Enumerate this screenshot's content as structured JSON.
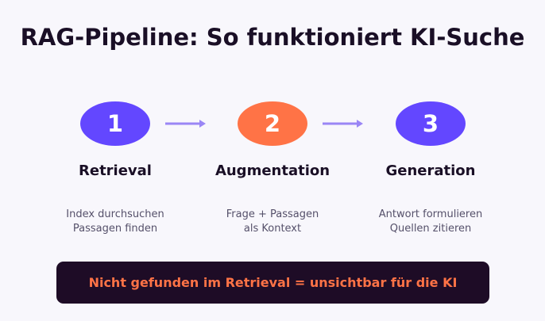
{
  "title": "RAG-Pipeline: So funktioniert KI-Suche",
  "colors": {
    "purple": "#6347ff",
    "orange": "#ff7346",
    "arrow": "#9a86f5",
    "dark": "#1e0c26"
  },
  "steps": [
    {
      "number": "1",
      "title": "Retrieval",
      "line1": "Index durchsuchen",
      "line2": "Passagen finden",
      "color": "#6347ff"
    },
    {
      "number": "2",
      "title": "Augmentation",
      "line1": "Frage + Passagen",
      "line2": "als Kontext",
      "color": "#ff7346"
    },
    {
      "number": "3",
      "title": "Generation",
      "line1": "Antwort formulieren",
      "line2": "Quellen zitieren",
      "color": "#6347ff"
    }
  ],
  "banner": "Nicht gefunden im Retrieval = unsichtbar für die KI"
}
